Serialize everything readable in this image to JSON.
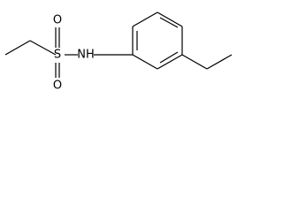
{
  "molecule": {
    "atoms": {
      "sulfur": "S",
      "oxygen_top": "O",
      "oxygen_bottom": "O",
      "amine": "NH"
    }
  },
  "colors": {
    "bond": "#000000",
    "label": "#000000",
    "background": "#ffffff"
  }
}
